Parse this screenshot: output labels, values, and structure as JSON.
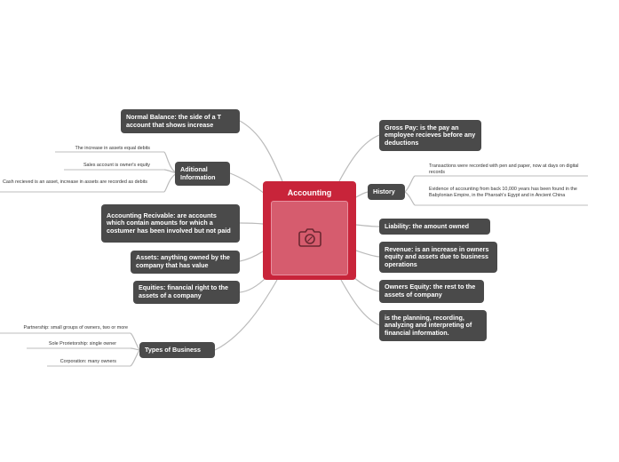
{
  "center": {
    "title": "Accounting",
    "image_icon": "camera-icon"
  },
  "colors": {
    "center_fill": "#c8243a",
    "center_image_fill": "#d65c6e",
    "node_fill": "#4a4a4a",
    "connector": "#bbbbbb",
    "leaf_underline": "#a7a7a7"
  },
  "left_topics": {
    "normal_balance": "Normal Balance: the side of a T account that shows increase",
    "aditional_info": {
      "label": "Aditional Information",
      "details": [
        "The increase in assets equal debits",
        "Sales account is owner's equity",
        "Cash recieved is an asset, increase in assets are recorded as debits"
      ]
    },
    "accounting_receivable": "Accounting Recivable: are accounts which contain amounts for which a costumer has been involved but not paid",
    "assets": "Assets: anything owned by the company that has value",
    "equities": "Equities: financial right to the assets of a company",
    "types_of_business": {
      "label": "Types of Business",
      "details": [
        "Partnership: small groups of owners, two or more",
        "Sole Prorietorship: single owner",
        "Corporation: many owners"
      ]
    }
  },
  "right_topics": {
    "gross_pay": "Gross Pay: is the pay an employee recieves before any deductions",
    "history": {
      "label": "History",
      "details": [
        "Transactions were recorded with pen and paper, now at days on digital records",
        "Evidence of accounting from back 10,000 years has been found in the Babylonian Empire, in the Pharoah's Egypt and in Ancient China"
      ]
    },
    "liability": "Liability: the amount owned",
    "revenue": "Revenue: is an increase in owners equity and assets due to business operations",
    "owners_equity": "Owners Equity: the rest to the assets of company",
    "definition": "is the planning, recording, analyzing and interpreting of financial information."
  }
}
